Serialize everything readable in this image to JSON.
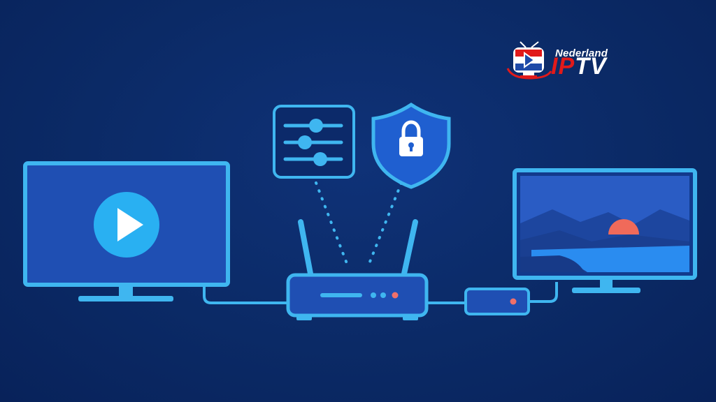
{
  "brand": {
    "line1": "Nederland",
    "line2_part1": "IP",
    "line2_part2": "TV",
    "icon": "tv-play-icon",
    "colors": {
      "red": "#e11a1a",
      "white": "#ffffff",
      "blue": "#1e4aa8"
    }
  },
  "colors": {
    "background": "#0b2a66",
    "stroke": "#3fb6f0",
    "screen_fill": "#1f4fb3",
    "play_circle": "#29b0f2",
    "led": "#f0706a",
    "sun": "#f06a5a",
    "water": "#2a8cf0",
    "mountain": "#2046a0"
  },
  "icons": [
    "left-tv-icon",
    "play-icon",
    "equalizer-icon",
    "shield-lock-icon",
    "router-icon",
    "set-top-box-icon",
    "right-tv-icon",
    "landscape-icon"
  ]
}
